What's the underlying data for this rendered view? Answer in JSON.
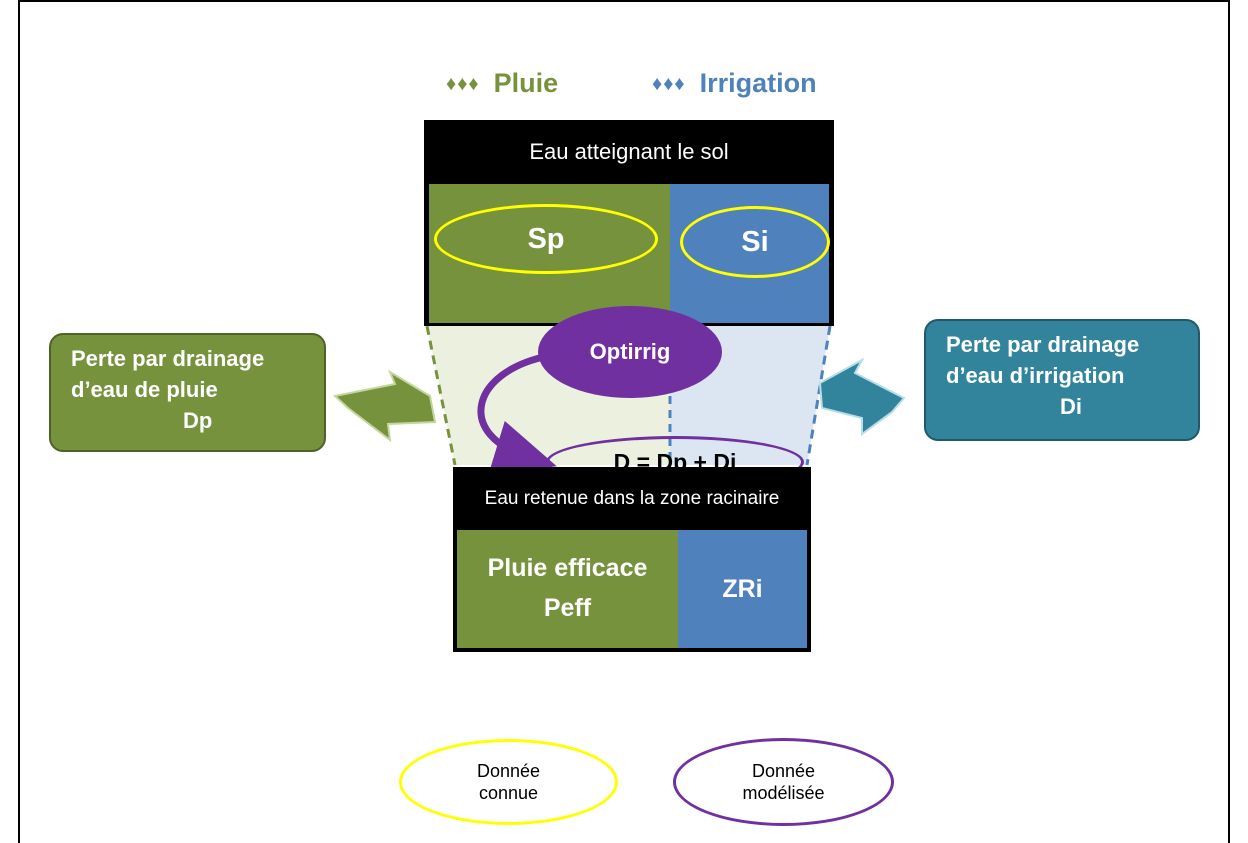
{
  "legend": {
    "pluie": {
      "drops": "♦♦♦",
      "label": "Pluie",
      "color": "#76923c"
    },
    "irrigation": {
      "drops": "♦♦♦",
      "label": "Irrigation",
      "color": "#4f81bd"
    }
  },
  "top_block": {
    "header": "Eau atteignant  le sol",
    "left": "Sp",
    "right": "Si"
  },
  "model": {
    "label": "Optirrig"
  },
  "equation": "D = Dp + Di",
  "bottom_block": {
    "header": "Eau retenue dans la zone racinaire",
    "left_line1": "Pluie efficace",
    "left_line2": "Peff",
    "right": "ZRi"
  },
  "left_box": {
    "line1": "Perte par drainage",
    "line2": "d’eau de pluie",
    "line3": "Dp"
  },
  "right_box": {
    "line1": "Perte par drainage",
    "line2": "d’eau d’irrigation",
    "line3": "Di"
  },
  "key": {
    "known": {
      "line1": "Donnée",
      "line2": "connue"
    },
    "modeled": {
      "line1": "Donnée",
      "line2": "modélisée"
    }
  },
  "colors": {
    "green": "#76923c",
    "blue": "#4f81bd",
    "purple": "#7030a0",
    "yellow": "#ffff00",
    "teal": "#31849b"
  }
}
